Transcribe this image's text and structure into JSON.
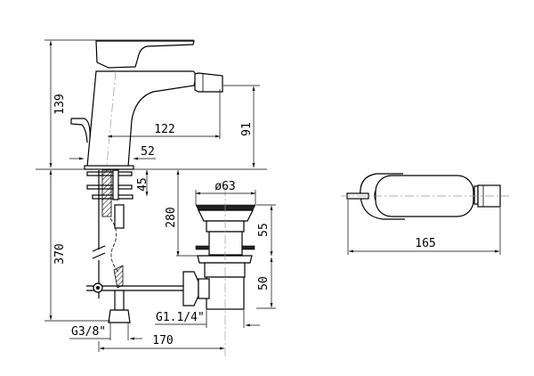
{
  "dimensions": {
    "overall_height": "139",
    "spout_height": "91",
    "spout_reach": "122",
    "body_offset": "52",
    "deck_thickness": "45",
    "drain_length": "280",
    "supply_length": "370",
    "drain_diameter": "ø63",
    "drain_upper": "55",
    "drain_lower": "50",
    "drain_thread": "G1.1/4\"",
    "supply_thread": "G3/8\"",
    "rod_length": "170",
    "plan_length": "165"
  }
}
